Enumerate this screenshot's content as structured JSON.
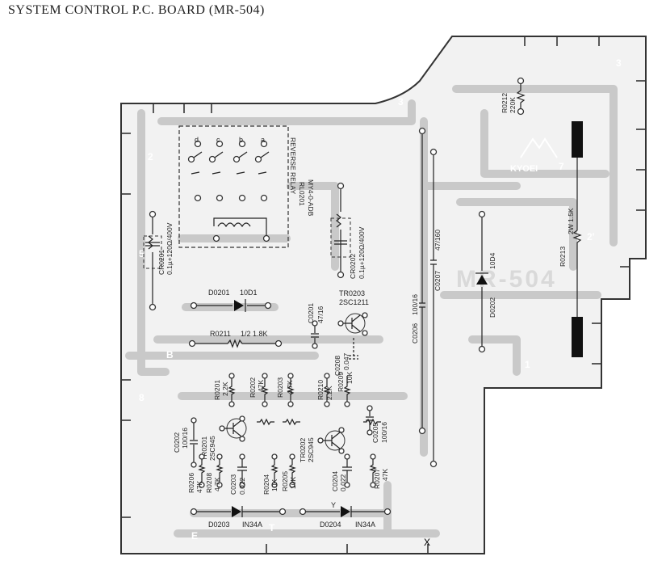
{
  "title": "SYSTEM CONTROL P.C. BOARD (MR-504)",
  "board_mark": "MR-504",
  "logo_text": "KYOEI",
  "terminals": {
    "t3a": "3",
    "t3b": "3",
    "t2": "2",
    "t5": "5",
    "tB": "B",
    "t8": "8",
    "t1": "1",
    "t7": "7",
    "t2p": "2'",
    "tE": "E",
    "tT": "T",
    "tX": "X"
  },
  "components": {
    "relay_name": "REVERSE RELAY",
    "relay_ref": "RL0201",
    "relay_part": "MY4-0-ADB",
    "relay_contacts": [
      "d",
      "c",
      "b",
      "a"
    ],
    "cr0201_ref": "CR0201",
    "cr0201_val": "0.1µ+120Ω/400V",
    "cr0202_ref": "CR0202",
    "cr0202_val": "0.1µ+120Ω/400V",
    "r0212_ref": "R0212",
    "r0212_val": "220K",
    "r0213_ref": "R0213",
    "r0213_val": "2W 1.5K",
    "d0201_ref": "D0201",
    "d0201_val": "10D1",
    "d0202_ref": "D0202",
    "d0202_val": "10D4",
    "tr0203_ref": "TR0203",
    "tr0203_val": "2SC1211",
    "c0201_ref": "C0201",
    "c0201_val": "47/16",
    "r0211_ref": "R0211",
    "r0211_val": "1/2 1.8K",
    "c0208_ref": "C0208",
    "c0208_val": "0.047",
    "c0206_ref": "C0206",
    "c0206_val": "100/16",
    "c0207_ref": "C0207",
    "c0207_val": "47/160",
    "r0201_ref": "R0201",
    "r0201_val": "2.2K",
    "r0202_ref": "R0202",
    "r0202_val": "47K",
    "r0203_ref": "R0203",
    "r0203_val": "4.7K",
    "r0210_ref": "R0210",
    "r0210_val": "2.2K",
    "r0209_ref": "R0209",
    "r0209_val": "10K",
    "c0202_ref": "C0202",
    "c0202_val": "100/16",
    "tr0201_ref": "TR0201",
    "tr0201_val": "2SC945",
    "tr0202_ref": "TR0202",
    "tr0202_val": "2SC945",
    "c0205_ref": "C0205",
    "c0205_val": "100/16",
    "r0206_ref": "R0206",
    "r0206_val": "47K",
    "r0208_ref": "R0208",
    "r0208_val": "4.7K",
    "c0203_ref": "C0203",
    "c0203_val": "0.022",
    "r0204_ref": "R0204",
    "r0204_val": "10K",
    "r0205_ref": "R0205",
    "r0205_val": "10K",
    "c0204_ref": "C0204",
    "c0204_val": "0.022",
    "r0207_ref": "R0207",
    "r0207_val": "47K",
    "d0203_ref": "D0203",
    "d0203_val": "IN34A",
    "d0204_ref": "D0204",
    "d0204_val": "IN34A",
    "y_label": "Y"
  }
}
